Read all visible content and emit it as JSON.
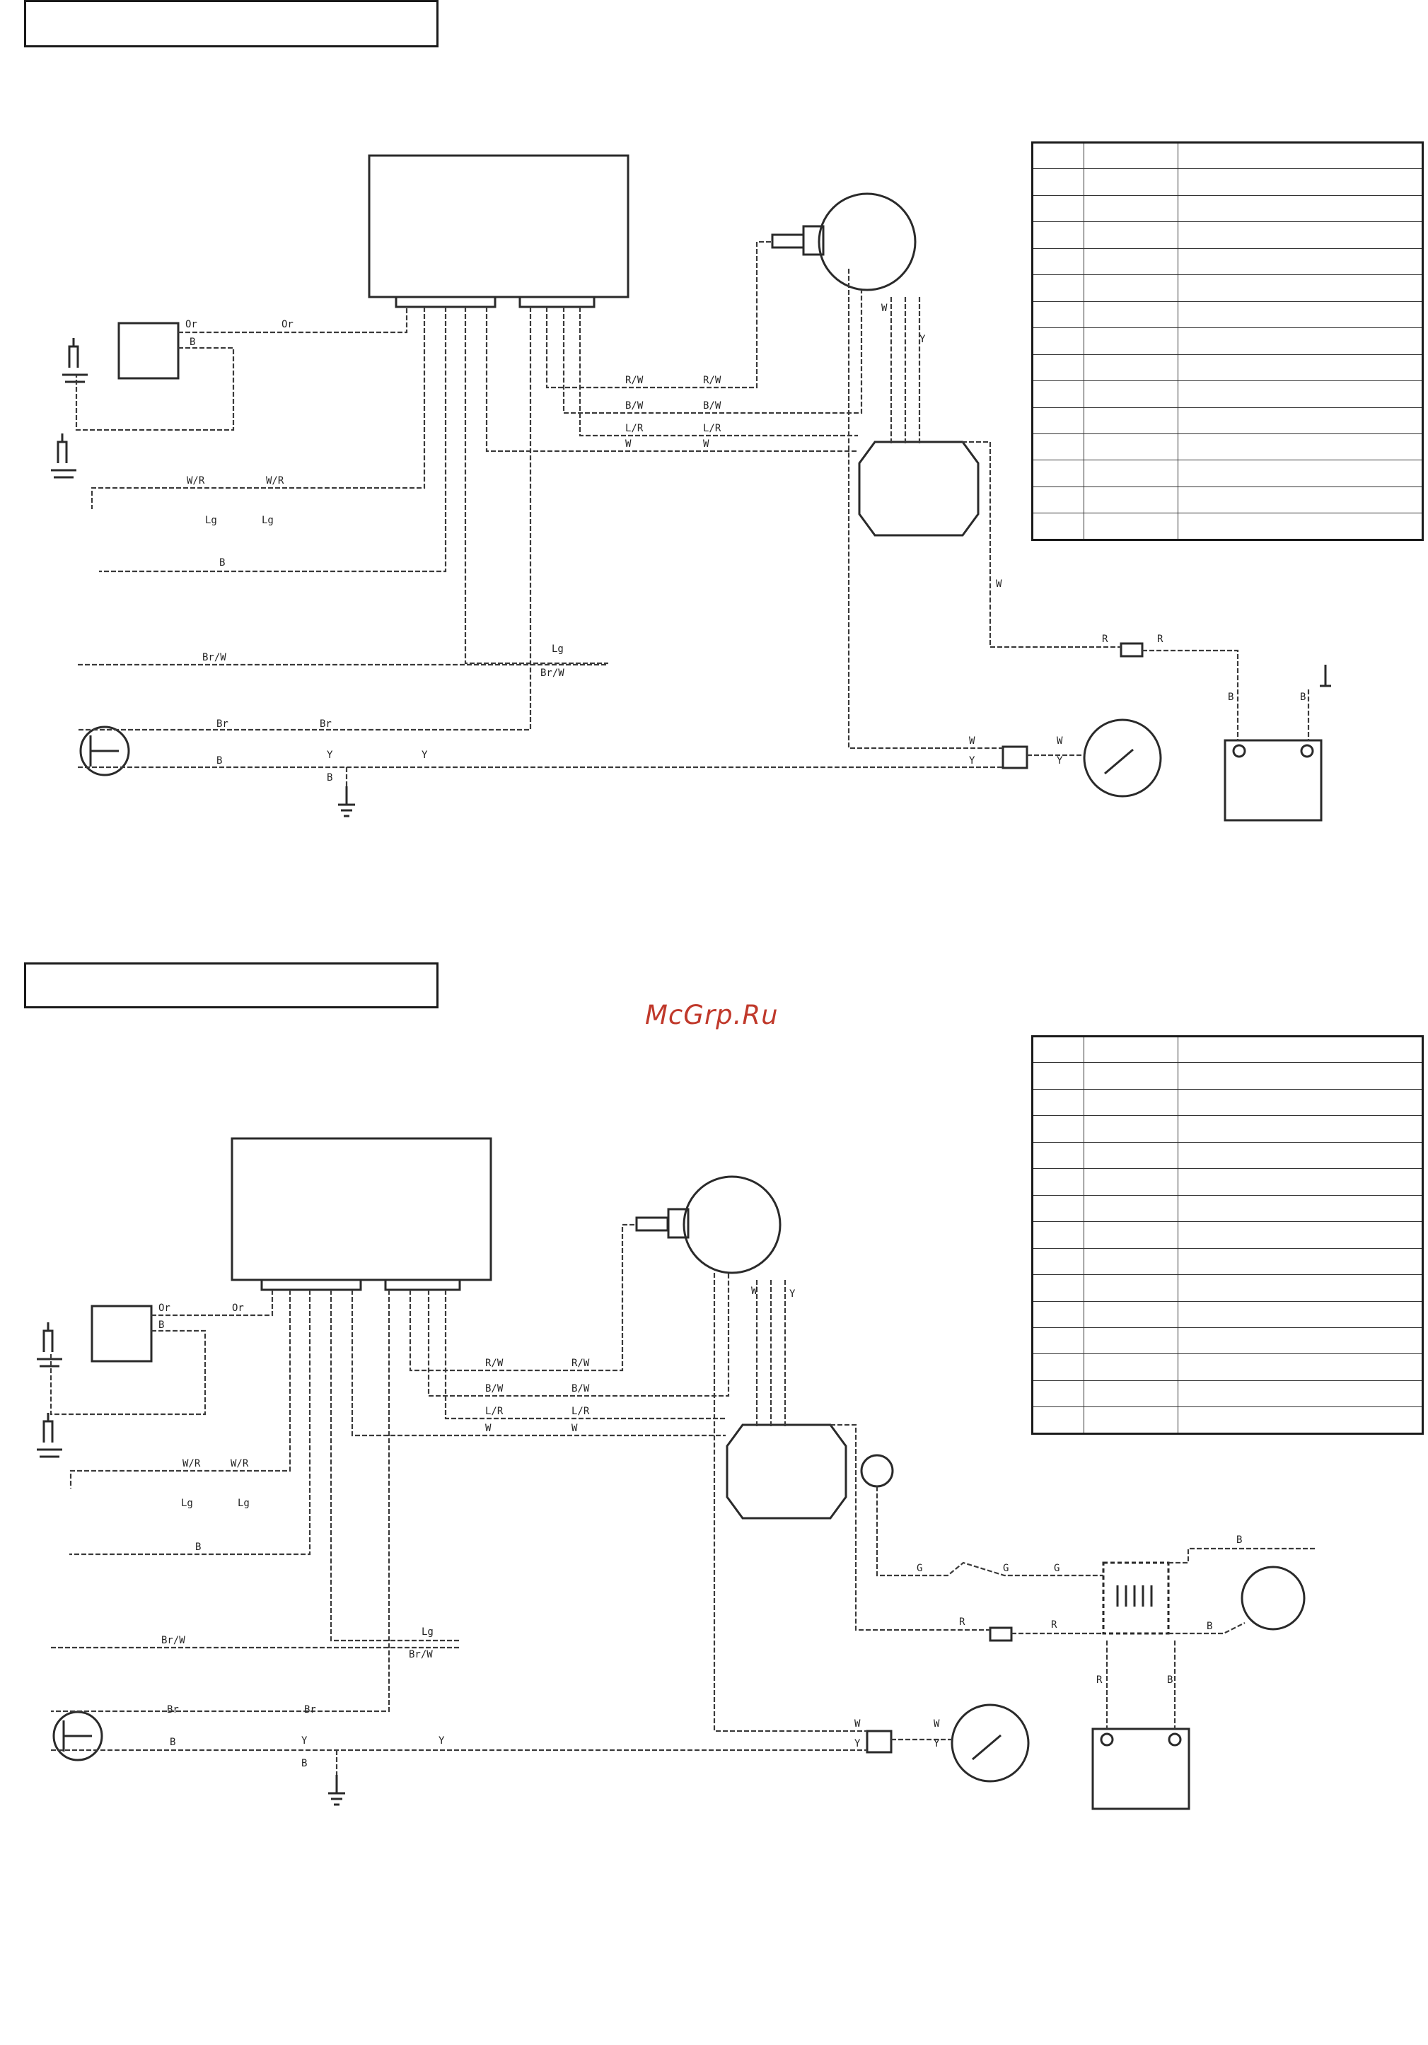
{
  "watermark": {
    "text": "McGrp.Ru",
    "color": "#c0392b"
  },
  "colors": {
    "line": "#2a2a2a",
    "wire": "#3a3a3a"
  },
  "diagram_top": {
    "title_box_text": "",
    "table_rows": 15,
    "wire_labels": {
      "or_left": "Or",
      "or_right": "Or",
      "b_small": "B",
      "rw_left": "R/W",
      "rw_right": "R/W",
      "bw_left": "B/W",
      "bw_right": "B/W",
      "lr_left": "L/R",
      "lr_right": "L/R",
      "w_left": "W",
      "w_right": "W",
      "wr_left": "W/R",
      "wr_right": "W/R",
      "lg_left": "Lg",
      "lg_right": "Lg",
      "b_left": "B",
      "brw_left": "Br/W",
      "lg_bus": "Lg",
      "brw_bus": "Br/W",
      "br_left": "Br",
      "br_right": "Br",
      "b_lower": "B",
      "y_mid": "Y",
      "y_right": "Y",
      "b_ground": "B",
      "w_stator": "W",
      "y_stator": "Y",
      "w_gauge": "W",
      "y_gauge": "Y",
      "w_gauge2": "W",
      "y_gauge2": "Y",
      "r_fuse": "R",
      "r_fuse2": "R",
      "b_bat": "B",
      "b_bat2": "B",
      "w_vert": "W"
    }
  },
  "diagram_bottom": {
    "title_box_text": "",
    "table_rows": 15,
    "wire_labels": {
      "or_left": "Or",
      "or_right": "Or",
      "b_small": "B",
      "rw_left": "R/W",
      "rw_right": "R/W",
      "bw_left": "B/W",
      "bw_right": "B/W",
      "lr_left": "L/R",
      "lr_right": "L/R",
      "w_left": "W",
      "w_right": "W",
      "wr_left": "W/R",
      "wr_right": "W/R",
      "lg_left": "Lg",
      "lg_right": "Lg",
      "b_left": "B",
      "brw_left": "Br/W",
      "lg_bus": "Lg",
      "brw_bus": "Br/W",
      "br_left": "Br",
      "br_right": "Br",
      "b_lower": "B",
      "y_mid": "Y",
      "y_right": "Y",
      "b_ground": "B",
      "w_stator": "W",
      "y_stator": "Y",
      "w_gauge": "W",
      "y_gauge": "Y",
      "w_gauge2": "W",
      "y_gauge2": "Y",
      "g_switch": "G",
      "g_switch2": "G",
      "g_relay": "G",
      "r_fuse": "R",
      "r_fuse2": "R",
      "b_out": "B",
      "b_horn": "B",
      "r_bat": "R",
      "b_bat": "B"
    }
  }
}
